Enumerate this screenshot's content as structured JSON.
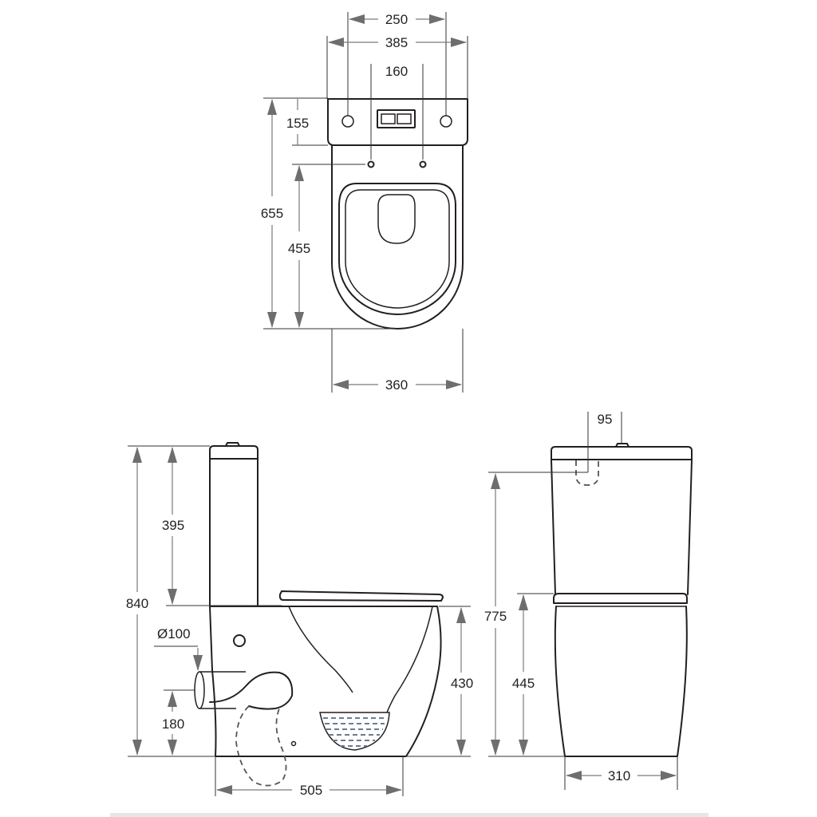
{
  "dimensions": {
    "top_view": {
      "hole_spacing": "250",
      "tank_width": "385",
      "fixing_spacing": "160",
      "tank_depth": "155",
      "fixing_to_front": "455",
      "overall_length": "655",
      "bowl_width": "360"
    },
    "side_view": {
      "cistern_height": "395",
      "overall_height": "840",
      "outlet_diameter": "Ø100",
      "outlet_height": "180",
      "seat_height": "430",
      "set_out_depth": "505"
    },
    "front_view": {
      "button_offset": "95",
      "inlet_height": "775",
      "pan_height": "445",
      "base_width": "310"
    }
  },
  "colors": {
    "outline": "#231f20",
    "dimension_arrow": "#6d6e70",
    "hidden_line": "#555555"
  }
}
